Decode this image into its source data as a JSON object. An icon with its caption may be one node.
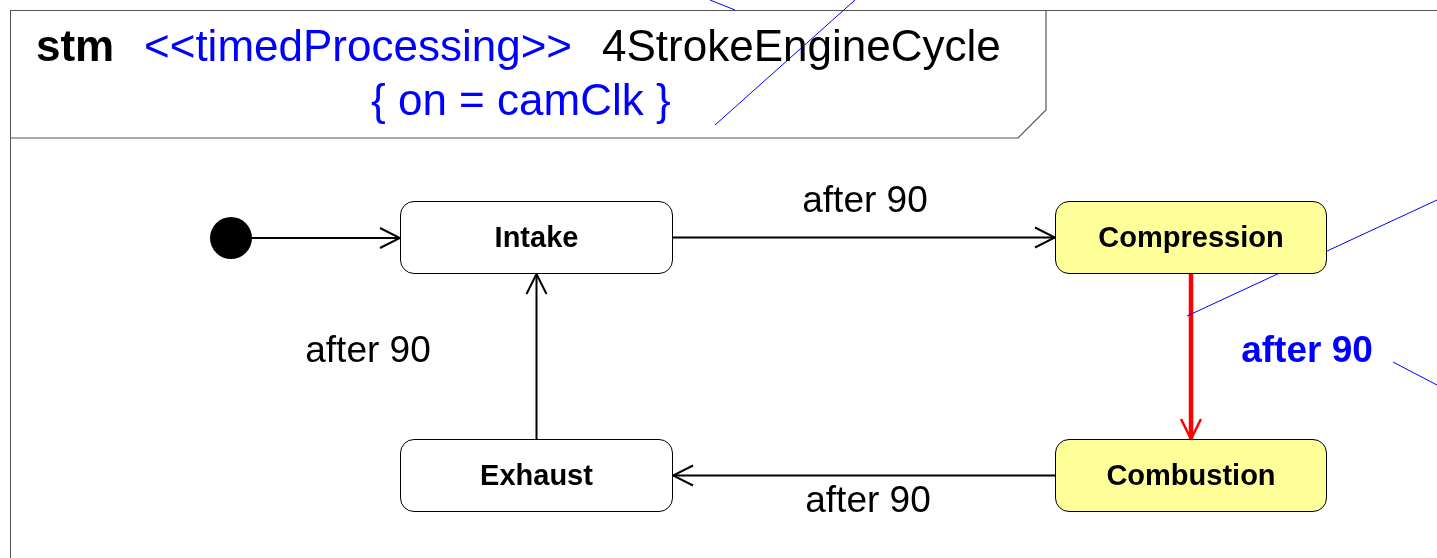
{
  "diagram": {
    "nodes": [
      {
        "text": [
          "stm",
          "<<timedProcessing>>",
          "4StrokeEngineCycle",
          "{ on = camClk }"
        ]
      },
      {
        "text": [],
        "shape": "circle",
        "in": 0
      },
      {
        "text": [
          "Intake"
        ],
        "in": 0
      },
      {
        "text": [
          "Compression"
        ],
        "in": 0
      },
      {
        "text": [
          "Combustion"
        ],
        "in": 0
      },
      {
        "text": [
          "Exhaust"
        ],
        "in": 0
      }
    ],
    "edges": [
      {
        "from": 1,
        "to": 2,
        "arrow": "to"
      },
      {
        "from": 2,
        "to": 3,
        "arrow": "to",
        "label": "after 90"
      },
      {
        "from": 3,
        "to": 4,
        "arrow": "to",
        "label": "after 90",
        "style": "thick",
        "color": "#ff0000"
      },
      {
        "from": 4,
        "to": 5,
        "arrow": "to",
        "label": "after 90"
      },
      {
        "from": 5,
        "to": 2,
        "arrow": "to",
        "label": "after 90"
      }
    ]
  }
}
